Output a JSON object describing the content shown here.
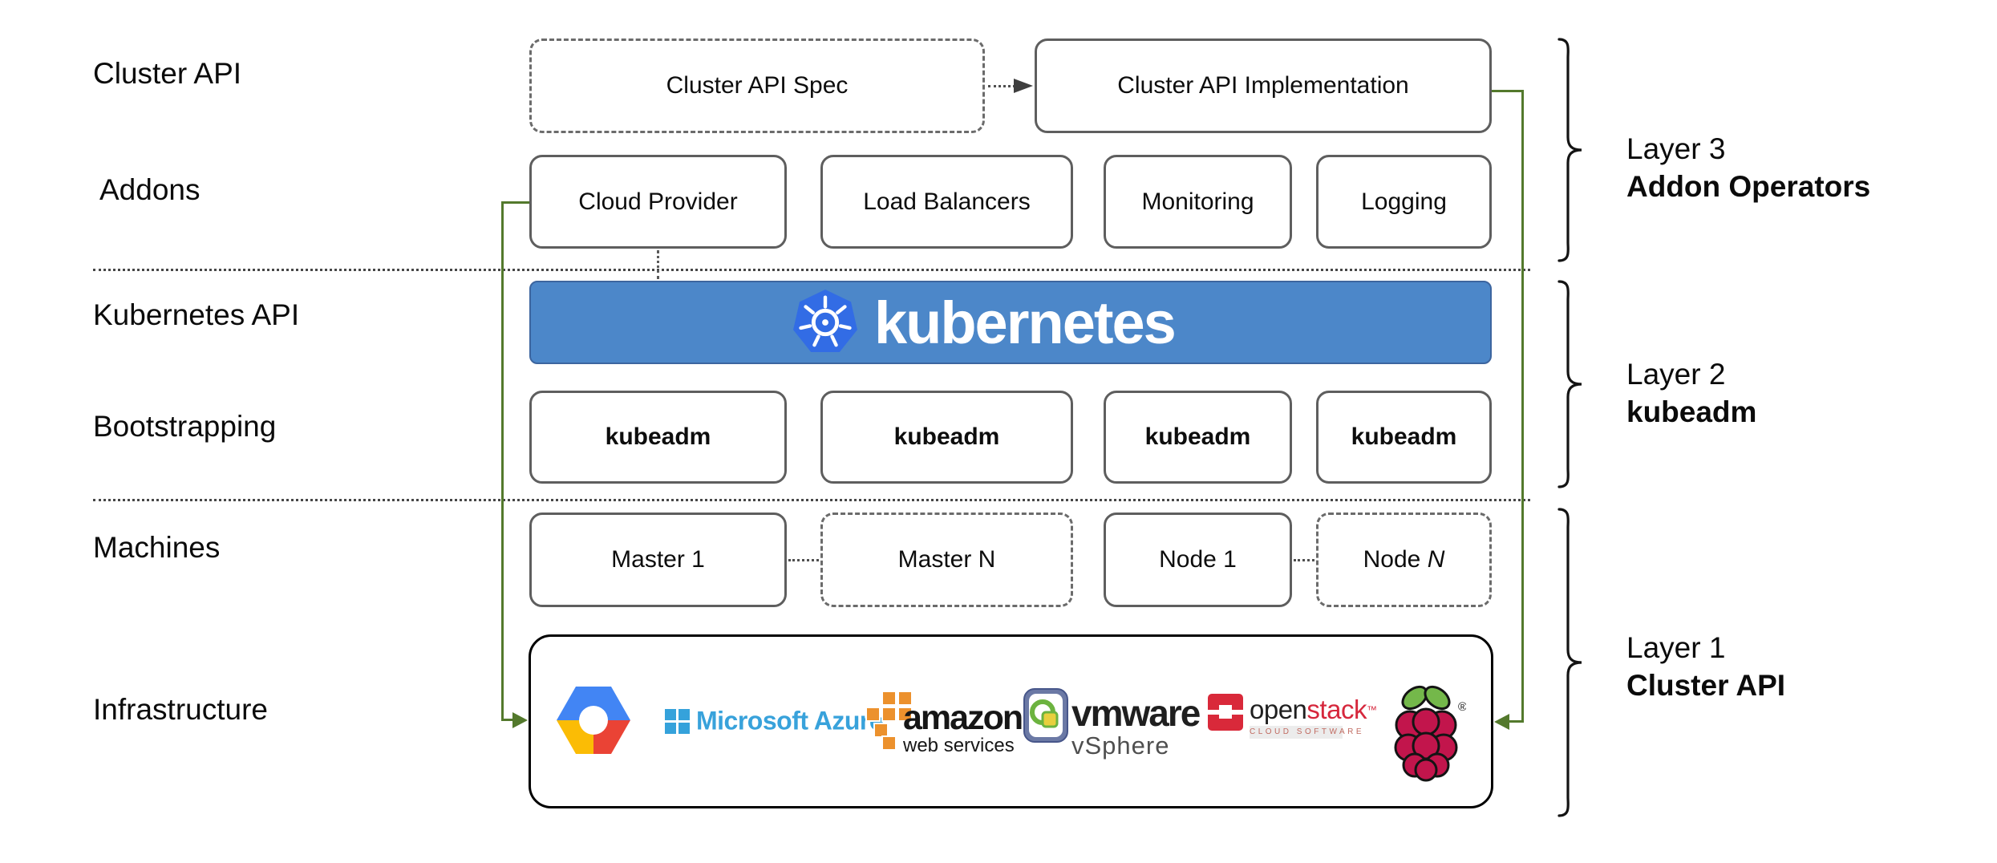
{
  "row_labels": {
    "cluster_api": "Cluster API",
    "addons": "Addons",
    "kubernetes_api": "Kubernetes API",
    "bootstrapping": "Bootstrapping",
    "machines": "Machines",
    "infrastructure": "Infrastructure"
  },
  "cluster_api_row": {
    "spec": "Cluster API Spec",
    "implementation": "Cluster API Implementation"
  },
  "addons_row": {
    "cloud_provider": "Cloud Provider",
    "load_balancers": "Load Balancers",
    "monitoring": "Monitoring",
    "logging": "Logging"
  },
  "kubernetes_banner": {
    "wordmark": "kubernetes",
    "banner_color": "#4c87c9",
    "logo_color": "#326ce5"
  },
  "bootstrapping_row": {
    "b1": "kubeadm",
    "b2": "kubeadm",
    "b3": "kubeadm",
    "b4": "kubeadm"
  },
  "machines_row": {
    "master1": "Master 1",
    "masterN": "Master N",
    "node1": "Node 1",
    "nodeN_prefix": "Node ",
    "nodeN_suffix": "N"
  },
  "layers": {
    "layer3": {
      "line1": "Layer 3",
      "line2": "Addon Operators"
    },
    "layer2": {
      "line1": "Layer 2",
      "line2": "kubeadm"
    },
    "layer1": {
      "line1": "Layer 1",
      "line2": "Cluster API"
    }
  },
  "infra": {
    "azure_text": "Microsoft Azure",
    "amazon_line1": "amazon",
    "amazon_line2": "web services",
    "vmware_line1": "vmware",
    "vmware_line2": "vSphere",
    "openstack_open": "open",
    "openstack_stack": "stack",
    "openstack_tm": "™",
    "openstack_sub": "CLOUD SOFTWARE",
    "raspberry_reg": "®",
    "logo_icons": [
      "google-cloud-logo",
      "microsoft-azure-logo",
      "amazon-web-services-logo",
      "vmware-vsphere-logo",
      "openstack-logo",
      "raspberry-pi-logo"
    ]
  },
  "colors": {
    "arrow_green": "#53792c",
    "box_border": "#5e5e5e",
    "azure_blue": "#38a2db",
    "aws_orange": "#ec912d",
    "openstack_red": "#d6273c",
    "gcp_blue": "#4285f4",
    "gcp_red": "#ea4335",
    "gcp_yellow": "#fbbc05",
    "raspberry_red": "#c2154c",
    "leaf_green": "#74b84a"
  }
}
